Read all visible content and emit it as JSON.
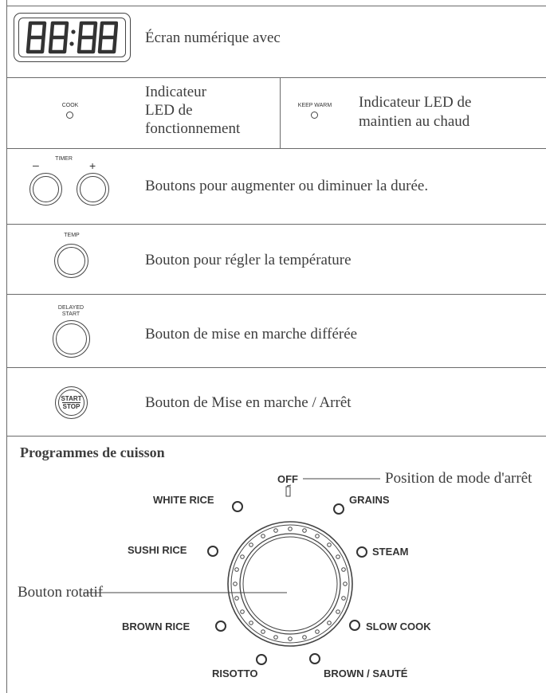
{
  "display": {
    "digits": "88:88",
    "desc": "Écran numérique avec"
  },
  "leds": {
    "cook_label": "COOK",
    "cook_desc": [
      "Indicateur",
      "LED de",
      "fonctionnement"
    ],
    "keepwarm_label": "KEEP WARM",
    "keepwarm_desc": [
      "Indicateur LED de",
      "maintien au chaud"
    ]
  },
  "timer": {
    "label": "TIMER",
    "minus": "–",
    "plus": "+",
    "desc": "Boutons pour augmenter ou diminuer la durée."
  },
  "temp": {
    "label": "TEMP",
    "desc": "Bouton pour régler la température"
  },
  "delayed": {
    "label_line1": "DELAYED",
    "label_line2": "START",
    "desc": "Bouton de mise en marche différée"
  },
  "startstop": {
    "label_top": "START",
    "label_bottom": "STOP",
    "desc": "Bouton de Mise en marche / Arrêt"
  },
  "programs": {
    "heading": "Programmes de cuisson",
    "off": "OFF",
    "off_desc": "Position de mode d'arrêt",
    "knob_desc": "Bouton rotatif",
    "white_rice": "WHITE RICE",
    "sushi_rice": "SUSHI RICE",
    "brown_rice": "BROWN  RICE",
    "risotto": "RISOTTO",
    "grains": "GRAINS",
    "steam": "STEAM",
    "slow_cook": "SLOW COOK",
    "brown_saute": "BROWN / SAUTÉ"
  }
}
